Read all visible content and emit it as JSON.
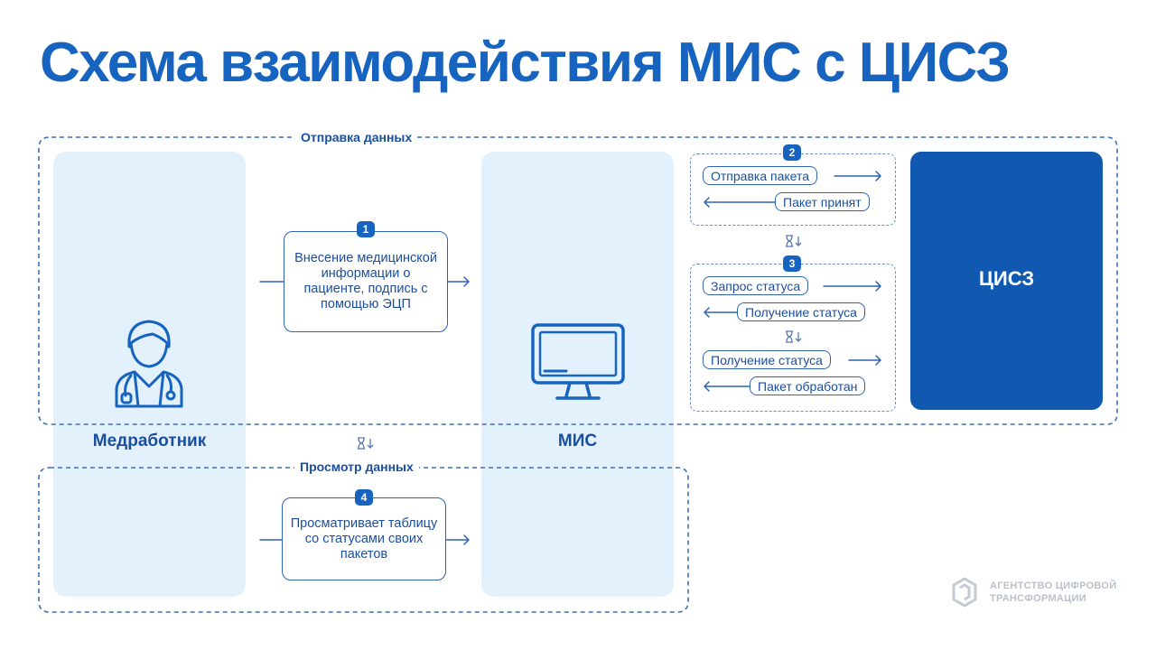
{
  "title": "Схема взаимодействия МИС с ЦИСЗ",
  "sections": {
    "send": "Отправка данных",
    "view": "Просмотр данных"
  },
  "actors": {
    "medic": "Медработник",
    "mis": "МИС",
    "cisz": "ЦИСЗ"
  },
  "steps": [
    {
      "number": "1",
      "text": "Внесение медицинской информации о пациенте, подпись с помощью ЭЦП"
    },
    {
      "number": "2"
    },
    {
      "number": "3"
    },
    {
      "number": "4",
      "text": "Просматривает таблицу со статусами своих пакетов"
    }
  ],
  "messages": {
    "send_package": "Отправка пакета",
    "package_accepted": "Пакет принят",
    "status_request": "Запрос статуса",
    "status_receive_1": "Получение статуса",
    "status_receive_2": "Получение статуса",
    "package_processed": "Пакет обработан"
  },
  "icons": {
    "medic": "doctor-icon",
    "mis": "monitor-icon",
    "wait": "hourglass-icon",
    "logo": "agency-logo-icon"
  },
  "logo": {
    "line1": "АГЕНТСТВО ЦИФРОВОЙ",
    "line2": "ТРАНСФОРМАЦИИ"
  },
  "colors": {
    "title": "#1764c0",
    "panel": "#e3f1fd",
    "cisz": "#1159b0",
    "line": "#2e64b3"
  }
}
